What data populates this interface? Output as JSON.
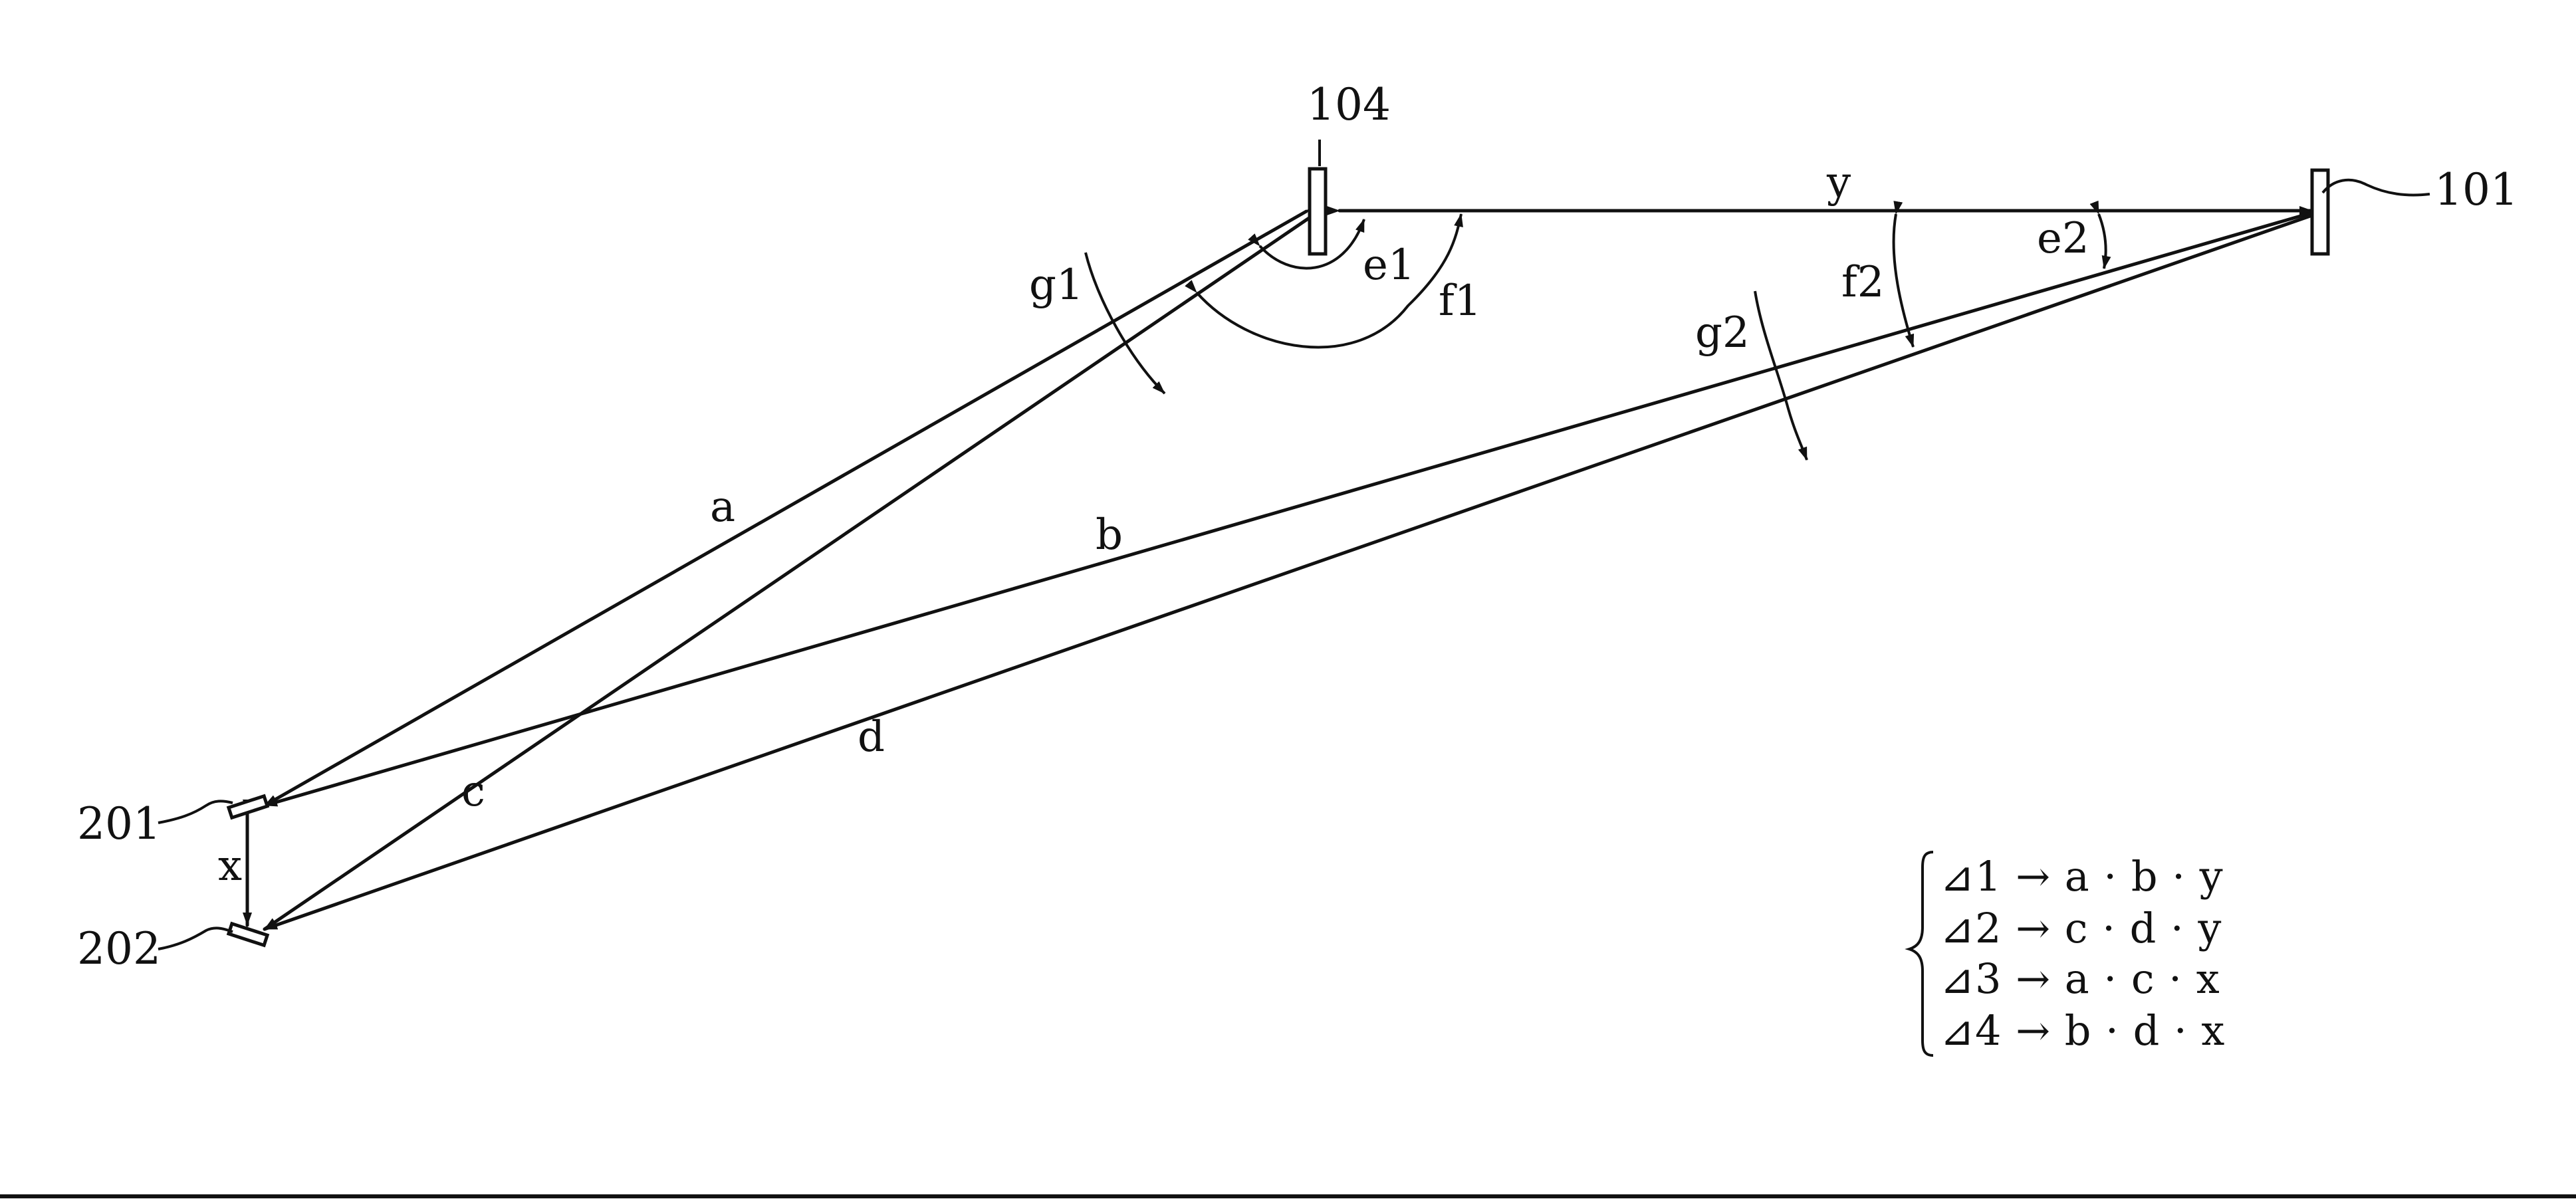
{
  "diagram": {
    "references": {
      "r104": "104",
      "r101": "101",
      "r201": "201",
      "r202": "202"
    },
    "lines": {
      "a": "a",
      "b": "b",
      "c": "c",
      "d": "d",
      "x": "x",
      "y": "y"
    },
    "angles": {
      "e1": "e1",
      "e2": "e2",
      "f1": "f1",
      "f2": "f2",
      "g1": "g1",
      "g2": "g2"
    },
    "equations": [
      "⊿1 → a · b · y",
      "⊿2 → c · d · y",
      "⊿3 → a · c · x",
      "⊿4 → b · d · x"
    ]
  }
}
